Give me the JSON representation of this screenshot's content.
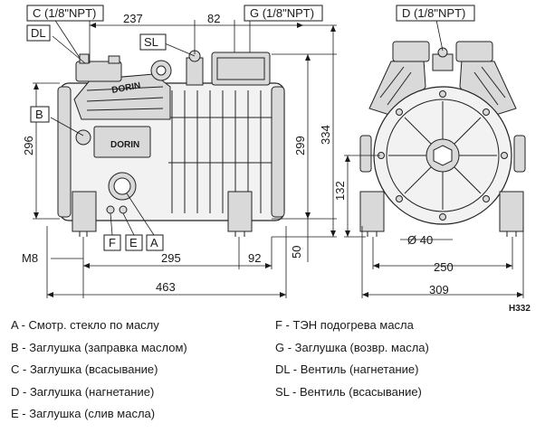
{
  "drawing_code": "H332",
  "labels": {
    "C": "C (1/8\"NPT)",
    "DL": "DL",
    "G": "G (1/8\"NPT)",
    "SL": "SL",
    "D": "D (1/8\"NPT)",
    "B": "B",
    "F": "F",
    "E": "E",
    "A": "A",
    "M8": "M8"
  },
  "dimensions": {
    "d237": "237",
    "d82": "82",
    "d296": "296",
    "d299": "299",
    "d334": "334",
    "d295": "295",
    "d92": "92",
    "d463": "463",
    "d50": "50",
    "d132": "132",
    "d40": "Ø 40",
    "d250": "250",
    "d309": "309"
  },
  "brand": "DORIN",
  "legend": {
    "left": [
      "A - Смотр. стекло по маслу",
      "B - Заглушка (заправка маслом)",
      "C - Заглушка (всасывание)",
      "D - Заглушка (нагнетание)",
      "E - Заглушка (слив масла)"
    ],
    "right": [
      "F - ТЭН подогрева масла",
      "G - Заглушка (возвр. масла)",
      "DL - Вентиль (нагнетание)",
      "SL - Вентиль (всасывание)"
    ]
  }
}
